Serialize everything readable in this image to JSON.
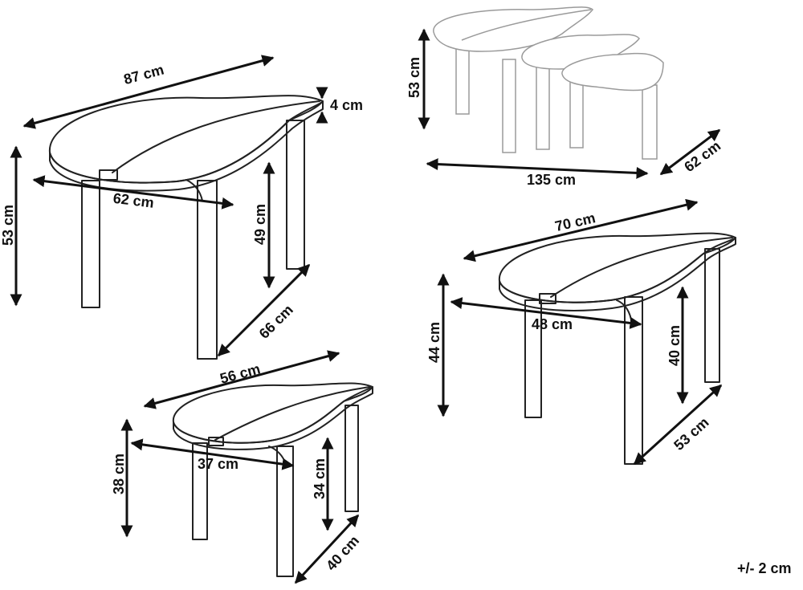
{
  "large_table": {
    "length": "87 cm",
    "top_thickness": "4 cm",
    "leg_span": "62 cm",
    "height": "53 cm",
    "leg_height": "49 cm",
    "depth": "66 cm"
  },
  "set_view": {
    "height": "53 cm",
    "total_length": "135 cm",
    "depth": "62 cm"
  },
  "medium_table": {
    "length": "70 cm",
    "leg_span": "48 cm",
    "height": "44 cm",
    "leg_height": "40 cm",
    "depth": "53 cm"
  },
  "small_table": {
    "length": "56 cm",
    "leg_span": "37 cm",
    "height": "38 cm",
    "leg_height": "34 cm",
    "depth": "40 cm"
  },
  "tolerance": "+/- 2 cm"
}
